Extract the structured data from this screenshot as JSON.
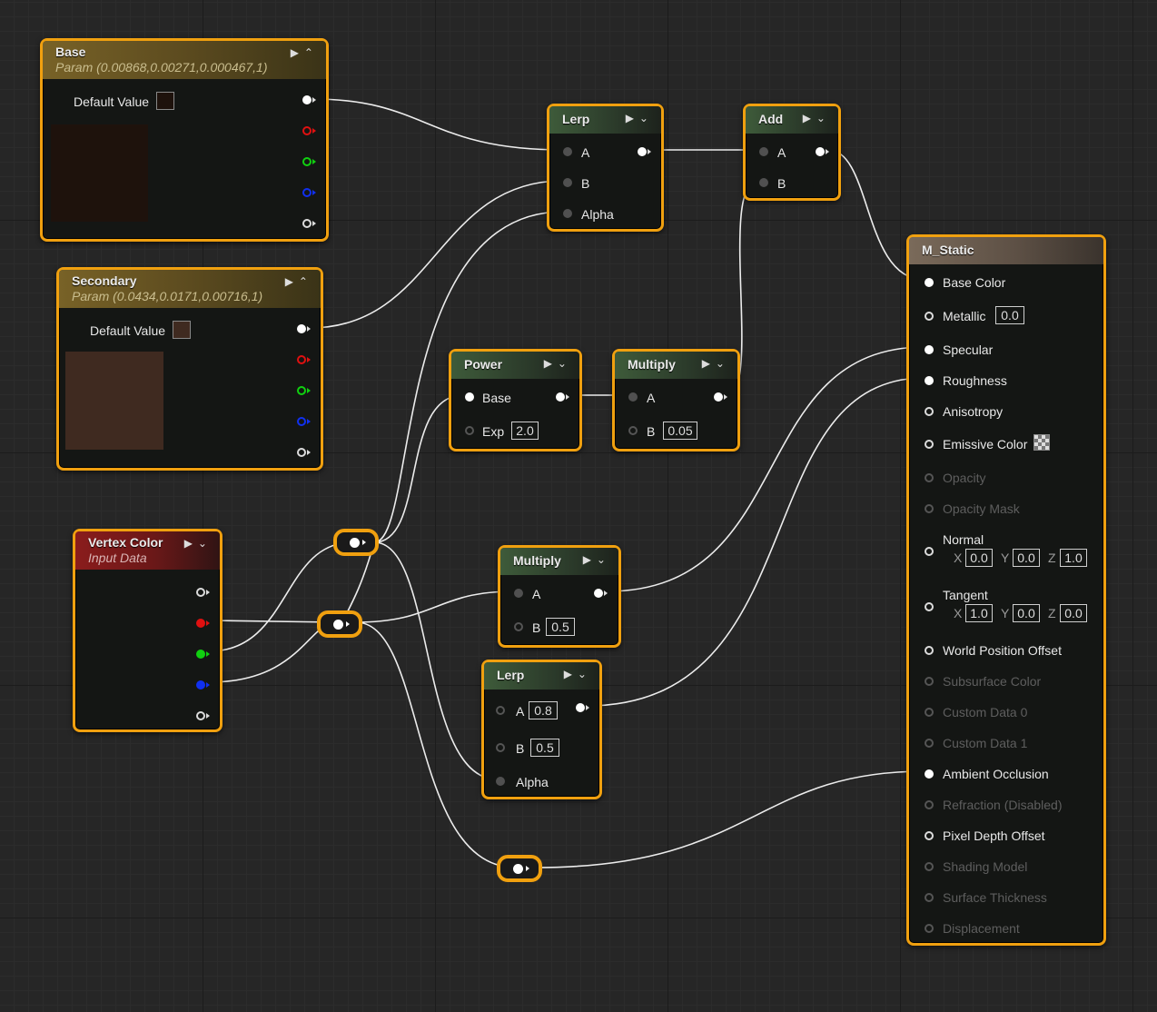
{
  "nodes": {
    "base": {
      "title": "Base",
      "subtitle": "Param (0.00868,0.00271,0.000467,1)",
      "default_label": "Default Value",
      "color": "#1e120c"
    },
    "secondary": {
      "title": "Secondary",
      "subtitle": "Param (0.0434,0.0171,0.00716,1)",
      "default_label": "Default Value",
      "color": "#3f2a20"
    },
    "vertex_color": {
      "title": "Vertex Color",
      "subtitle": "Input Data"
    },
    "lerp1": {
      "title": "Lerp",
      "a": "A",
      "b": "B",
      "alpha": "Alpha"
    },
    "add": {
      "title": "Add",
      "a": "A",
      "b": "B"
    },
    "power": {
      "title": "Power",
      "base": "Base",
      "exp_label": "Exp",
      "exp_value": "2.0"
    },
    "multiply1": {
      "title": "Multiply",
      "a": "A",
      "b_label": "B",
      "b_value": "0.05"
    },
    "multiply2": {
      "title": "Multiply",
      "a": "A",
      "b_label": "B",
      "b_value": "0.5"
    },
    "lerp2": {
      "title": "Lerp",
      "a_label": "A",
      "a_value": "0.8",
      "b_label": "B",
      "b_value": "0.5",
      "alpha": "Alpha"
    }
  },
  "material": {
    "title": "M_Static",
    "pins": [
      {
        "label": "Base Color"
      },
      {
        "label": "Metallic",
        "value": "0.0"
      },
      {
        "label": "Specular"
      },
      {
        "label": "Roughness"
      },
      {
        "label": "Anisotropy"
      },
      {
        "label": "Emissive Color"
      },
      {
        "label": "Opacity"
      },
      {
        "label": "Opacity Mask"
      },
      {
        "label": "Normal",
        "x": "0.0",
        "y": "0.0",
        "z": "1.0"
      },
      {
        "label": "Tangent",
        "x": "1.0",
        "y": "0.0",
        "z": "0.0"
      },
      {
        "label": "World Position Offset"
      },
      {
        "label": "Subsurface Color"
      },
      {
        "label": "Custom Data 0"
      },
      {
        "label": "Custom Data 1"
      },
      {
        "label": "Ambient Occlusion"
      },
      {
        "label": "Refraction (Disabled)"
      },
      {
        "label": "Pixel Depth Offset"
      },
      {
        "label": "Shading Model"
      },
      {
        "label": "Surface Thickness"
      },
      {
        "label": "Displacement"
      }
    ],
    "axis": {
      "x": "X",
      "y": "Y",
      "z": "Z"
    }
  }
}
